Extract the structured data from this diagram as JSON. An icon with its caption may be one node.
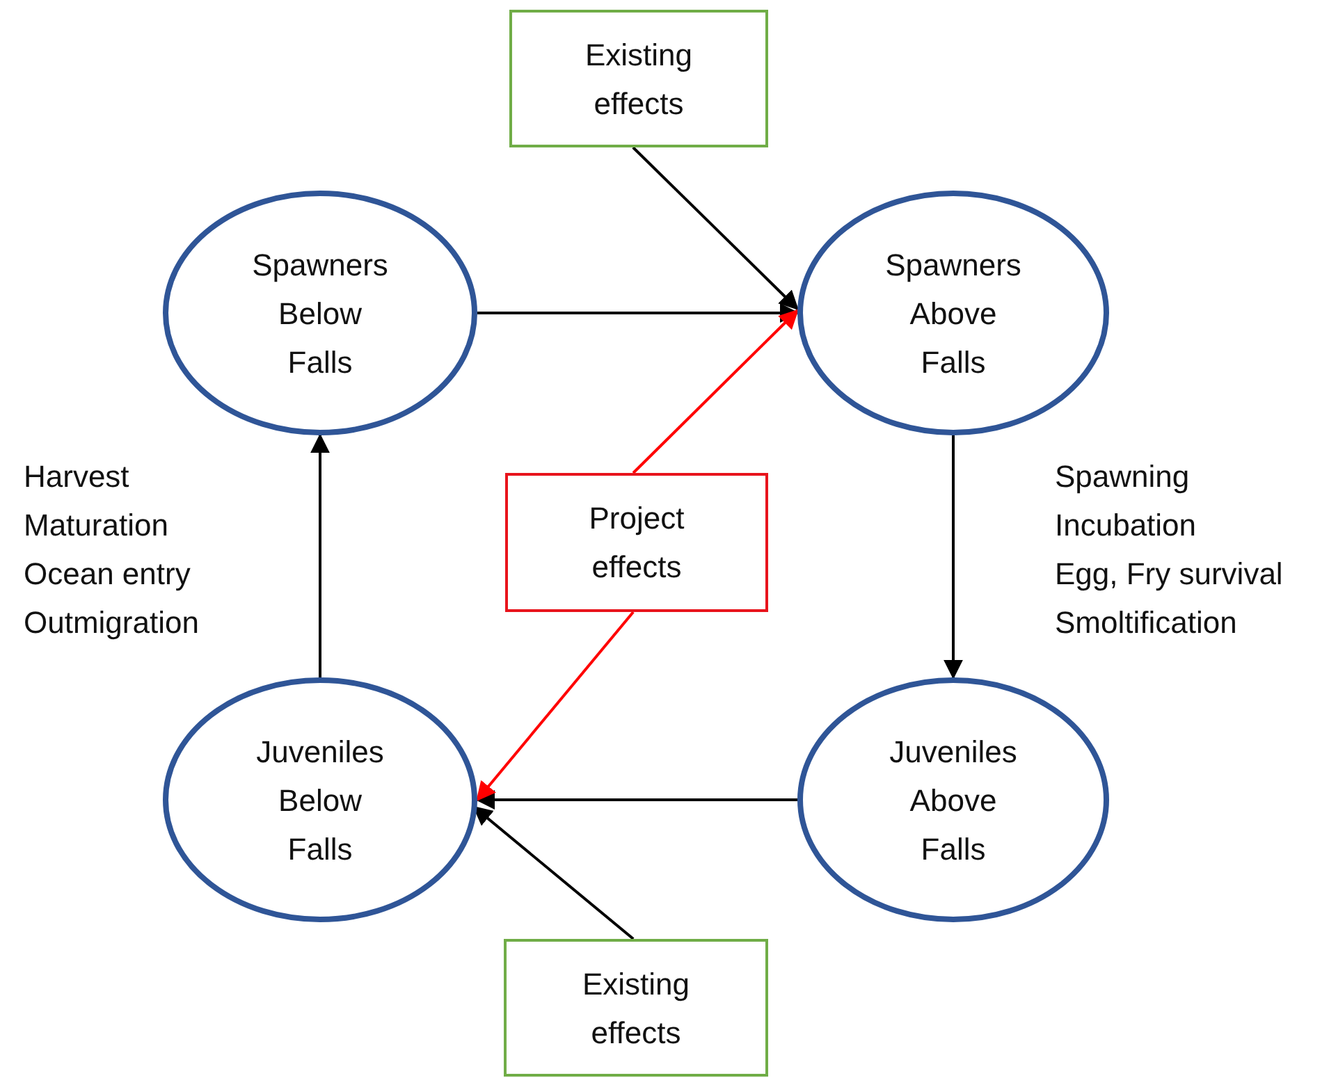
{
  "diagram": {
    "nodes": [
      {
        "text": [
          "Existing effects"
        ]
      },
      {
        "text": [
          "Spawners Below Falls"
        ]
      },
      {
        "text": [
          "Spawners Above Falls"
        ]
      },
      {
        "text": [
          "Project effects"
        ]
      },
      {
        "text": [
          "Juveniles Below Falls"
        ]
      },
      {
        "text": [
          "Juveniles Above Falls"
        ]
      },
      {
        "text": [
          "Existing effects"
        ]
      }
    ],
    "edges": [
      {
        "from": 0,
        "to": 2,
        "arrow": "to"
      },
      {
        "from": 1,
        "to": 2,
        "arrow": "to"
      },
      {
        "from": 3,
        "to": 2,
        "arrow": "to",
        "color": "#ff0000"
      },
      {
        "from": 2,
        "to": 5,
        "arrow": "to"
      },
      {
        "from": 5,
        "to": 4,
        "arrow": "to"
      },
      {
        "from": 3,
        "to": 4,
        "arrow": "to",
        "color": "#ff0000"
      },
      {
        "from": 6,
        "to": 4,
        "arrow": "to"
      },
      {
        "from": 4,
        "to": 1,
        "arrow": "to"
      }
    ],
    "labels": [
      "Harvest",
      "Maturation",
      "Ocean entry",
      "Outmigration",
      "Spawning",
      "Incubation",
      "Egg, Fry survival",
      "Smoltification"
    ]
  }
}
